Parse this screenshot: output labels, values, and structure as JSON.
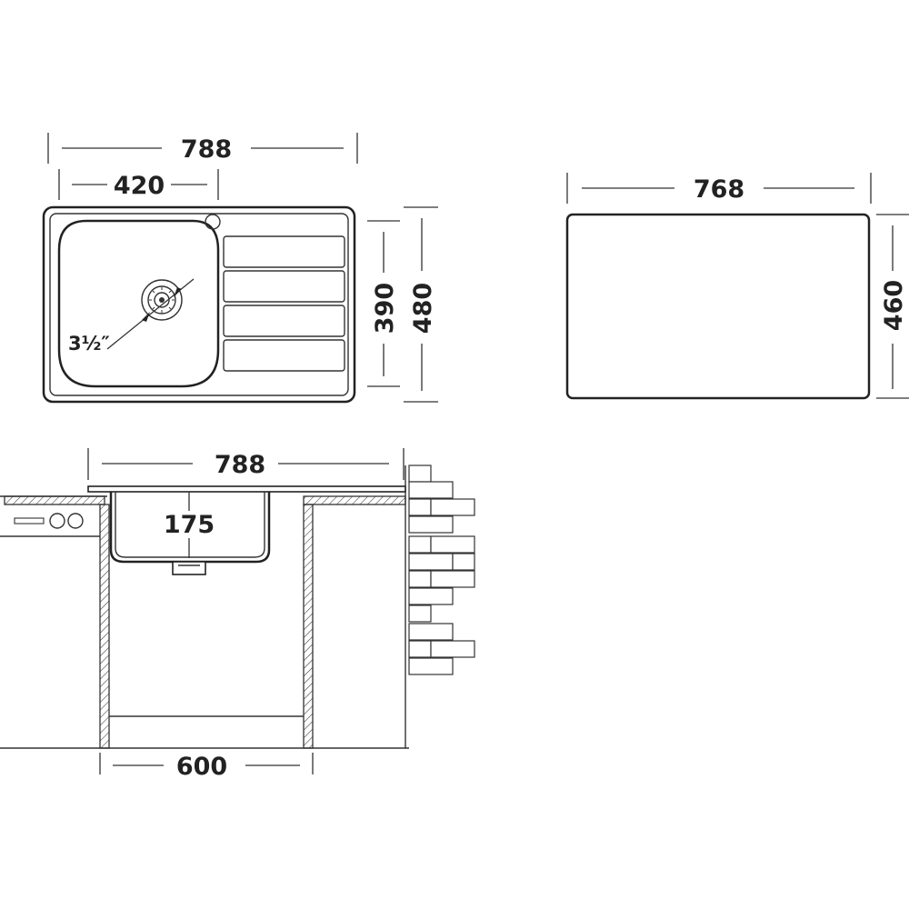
{
  "top_view": {
    "overall_width": "788",
    "bowl_width": "420",
    "bowl_depth": "390",
    "overall_depth": "480",
    "drain_size": "3½″"
  },
  "cutout_view": {
    "width": "768",
    "depth": "460"
  },
  "section_view": {
    "overall_width": "788",
    "bowl_depth": "175",
    "cabinet_width": "600"
  }
}
